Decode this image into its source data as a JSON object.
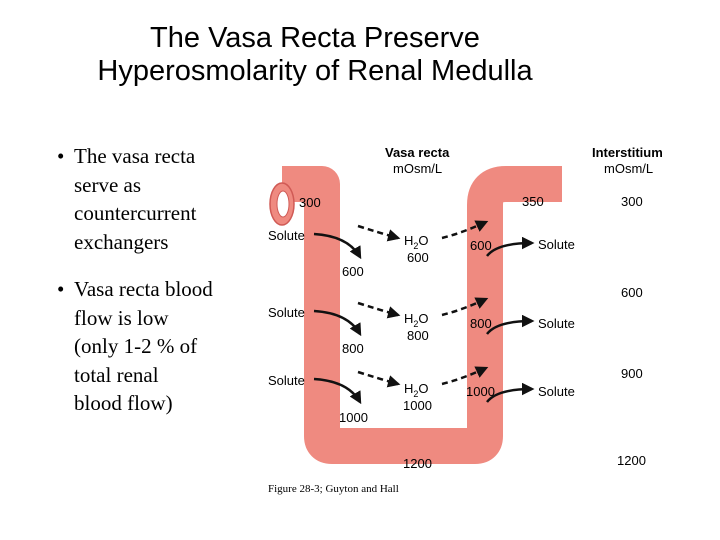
{
  "title": {
    "line1": "The Vasa Recta Preserve",
    "line2": "Hyperosmolarity of Renal Medulla"
  },
  "bullets": [
    {
      "marker": "•",
      "lines": [
        "The vasa recta",
        "serve as",
        "countercurrent",
        "exchangers"
      ]
    },
    {
      "marker": "•",
      "lines": [
        "Vasa recta blood",
        "flow is low",
        "(only 1-2 % of",
        "total renal",
        "blood flow)"
      ]
    }
  ],
  "diagram": {
    "vasa_recta_header": {
      "title": "Vasa recta",
      "unit": "mOsm/L"
    },
    "interstitium_header": {
      "title": "Interstitium",
      "unit": "mOsm/L"
    },
    "tube_color": "#ef8a80",
    "tube_stroke": "#d05a55",
    "descending_values": [
      "300",
      "600",
      "800",
      "1000"
    ],
    "bottom_value": "1200",
    "ascending_values": [
      "350",
      "600",
      "800",
      "1000"
    ],
    "interstitium_values": [
      "300",
      "600",
      "900",
      "1200"
    ],
    "solute_label": "Solute",
    "water": {
      "base": "H",
      "sub": "2",
      "suffix": "O"
    },
    "water_values": [
      "600",
      "800",
      "1000"
    ]
  },
  "caption": "Figure 28-3; Guyton and Hall"
}
